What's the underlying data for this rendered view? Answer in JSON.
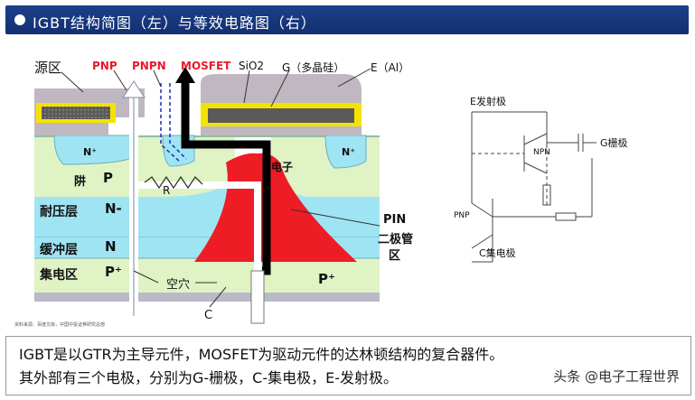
{
  "header": {
    "title": "IGBT结构简图（左）与等效电路图（右）"
  },
  "structure": {
    "top_labels": {
      "source": "源区",
      "pnp": "PNP",
      "pnpn": "PNPN",
      "mosfet": "MOSFET",
      "sio2": "SiO2",
      "gate": "G（多晶硅）",
      "emitter": "E（Al）"
    },
    "regions": {
      "n_plus_left": "N⁺",
      "n_plus_right": "N⁺",
      "trap_p": "阱",
      "p_label": "P",
      "resistor": "R",
      "drift": "耐压层",
      "drift_type": "N-",
      "buffer": "缓冲层",
      "buffer_type": "N",
      "collector": "集电区",
      "collector_type": "P⁺",
      "collector_type_right": "P⁺",
      "hole": "空穴",
      "electron": "电子",
      "pin": "PIN",
      "pin_desc": "二极管",
      "pin_desc2": "区",
      "c_terminal": "C"
    },
    "source_note": "资料来源：百度文库，中国中投证券研究总部"
  },
  "circuit": {
    "e_label": "E发射极",
    "g_label": "G栅极",
    "npn_label": "NPN",
    "pnp_label": "PNP",
    "c_label": "C集电极"
  },
  "caption": {
    "line1": "IGBT是以GTR为主导元件，MOSFET为驱动元件的达林顿结构的复合器件。",
    "line2": "其外部有三个电极，分别为G-栅极，C-集电极，E-发射极。"
  },
  "watermark": "头条 @电子工程世界",
  "colors": {
    "header_bg": "#1d3f8a",
    "metal": "#bfb6bd",
    "gate_yellow": "#f4e200",
    "poly": "#5a5a5a",
    "drift_blue": "#9fe4f3",
    "p_green": "#dff3c5",
    "electron_red": "#ee1c25",
    "label_red": "#e8192c"
  }
}
